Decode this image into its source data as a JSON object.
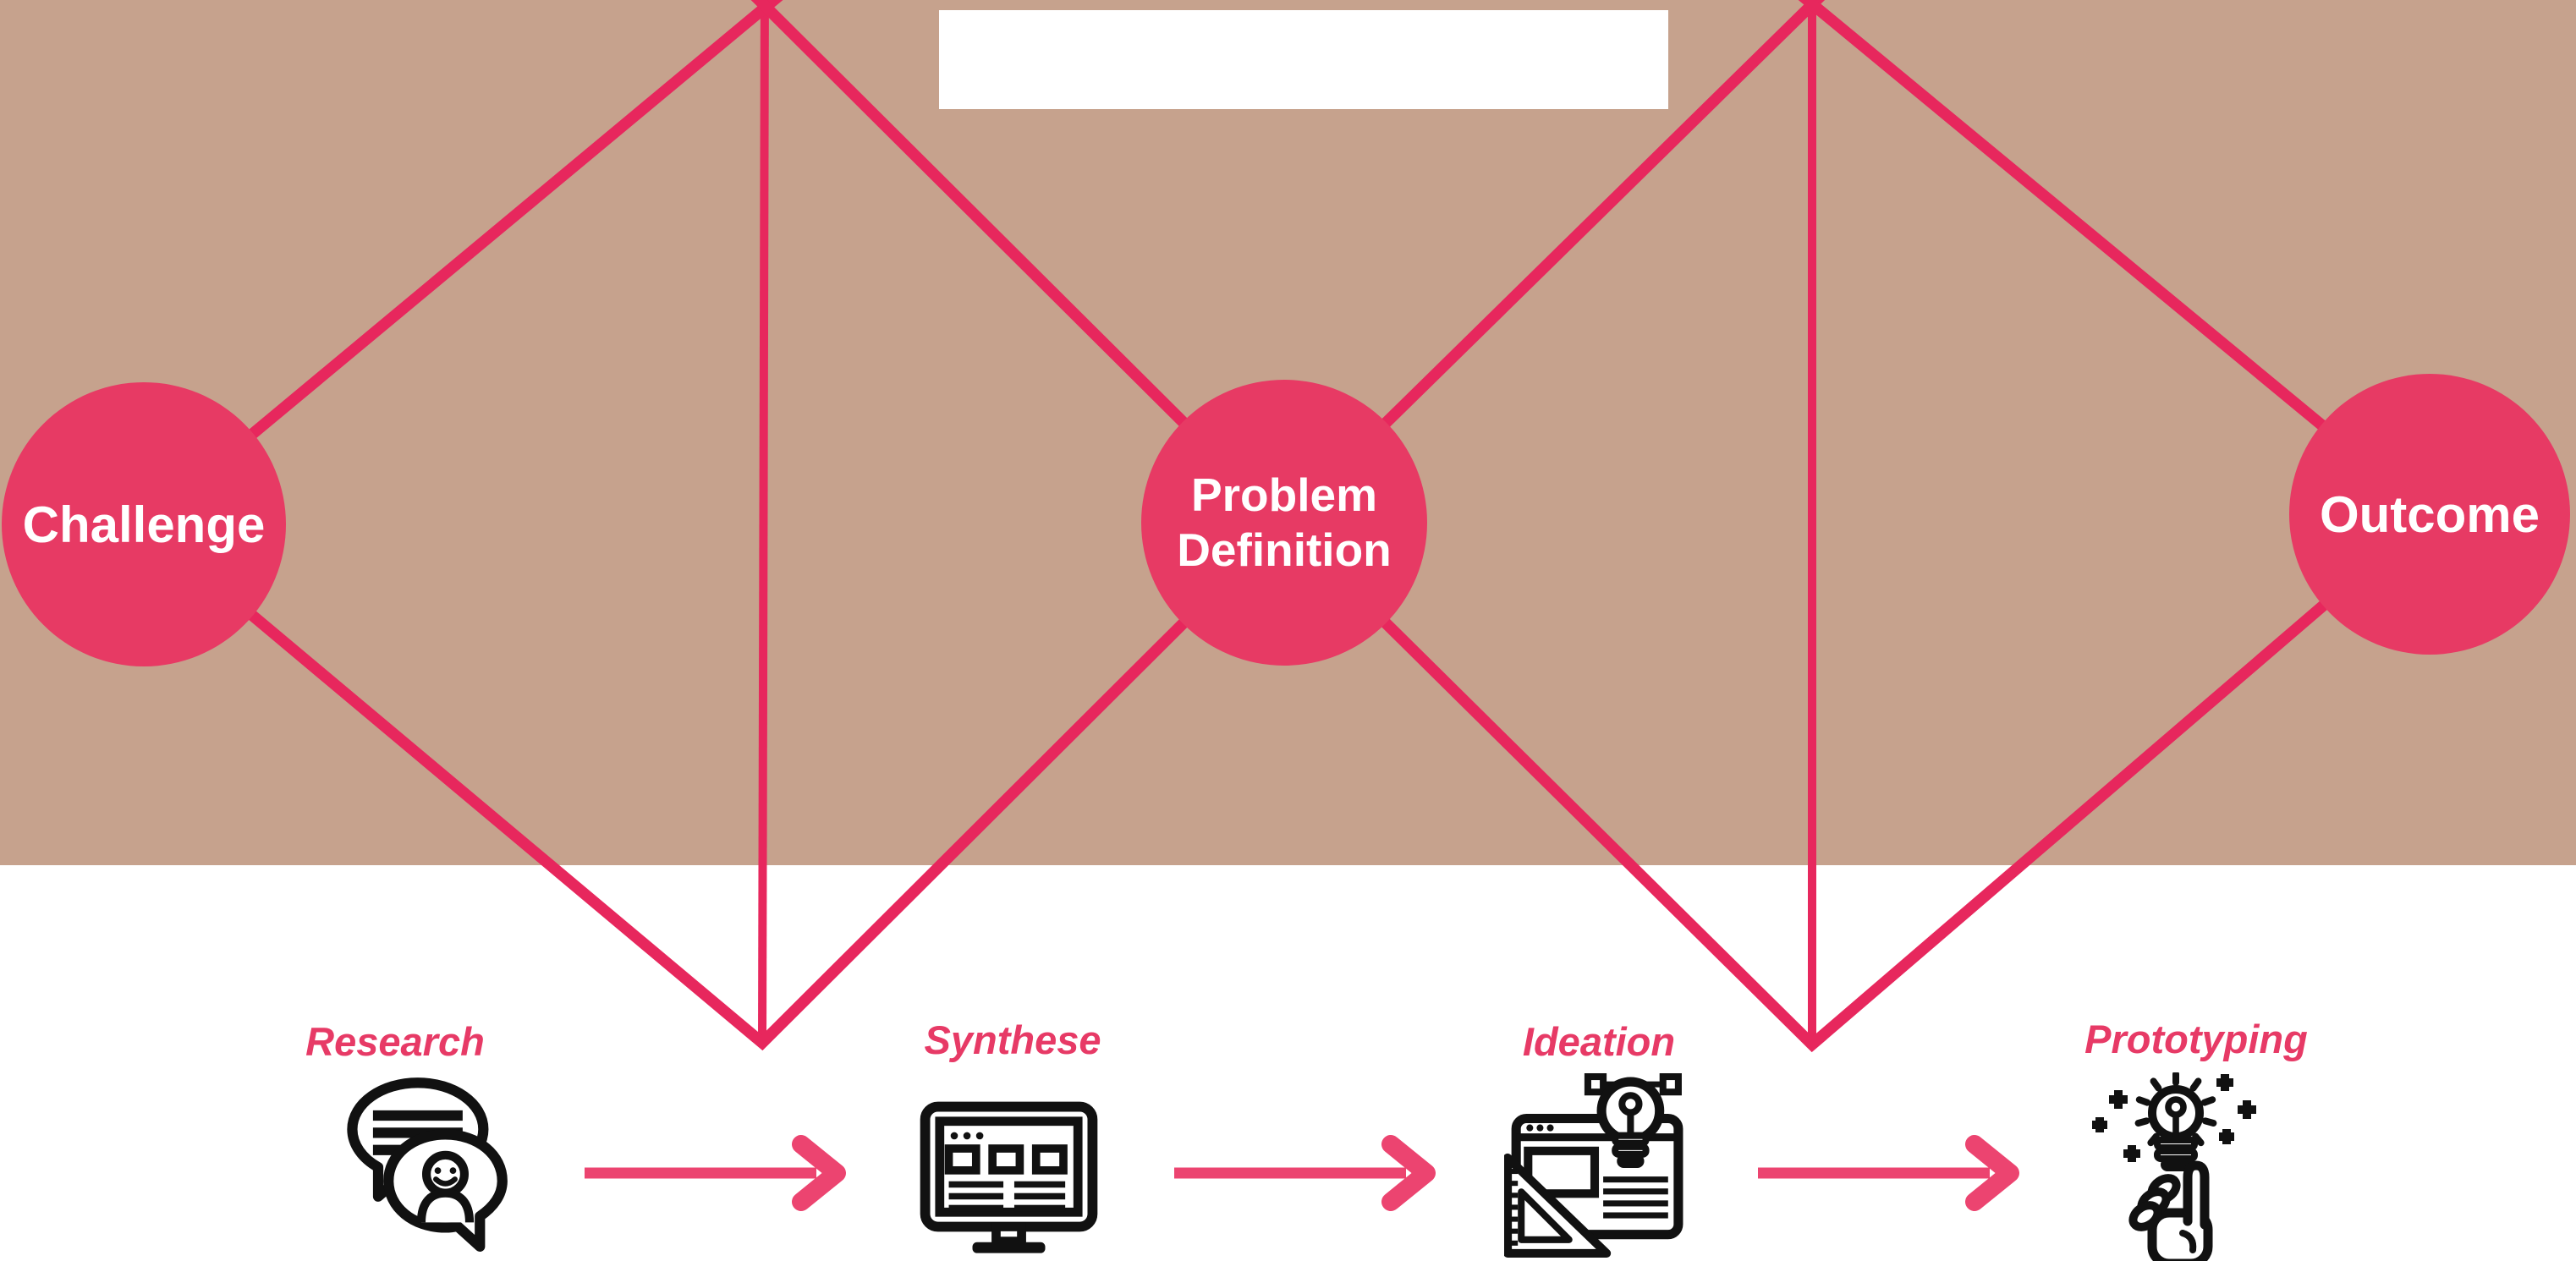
{
  "colors": {
    "canvas_bg": "#ffffff",
    "band": "#C6A28D",
    "line": "#E7275D",
    "circle": "#E73A64",
    "arrow": "#EC4470",
    "label": "#E73A66",
    "icon": "#111111",
    "circle_text": "#ffffff",
    "title_box": "#ffffff"
  },
  "diamond": {
    "nodes": [
      {
        "label": "Challenge",
        "lines": [
          "Challenge"
        ]
      },
      {
        "label": "Problem Definition",
        "lines": [
          "Problem",
          "Definition"
        ]
      },
      {
        "label": "Outcome",
        "lines": [
          "Outcome"
        ]
      }
    ]
  },
  "phases": [
    {
      "label": "Research",
      "icon": "speech-bubbles-conversation-icon"
    },
    {
      "label": "Synthese",
      "icon": "monitor-wireframe-icon"
    },
    {
      "label": "Ideation",
      "icon": "browser-lightbulb-ruler-icon"
    },
    {
      "label": "Prototyping",
      "icon": "hand-pointing-lightbulb-icon"
    }
  ]
}
